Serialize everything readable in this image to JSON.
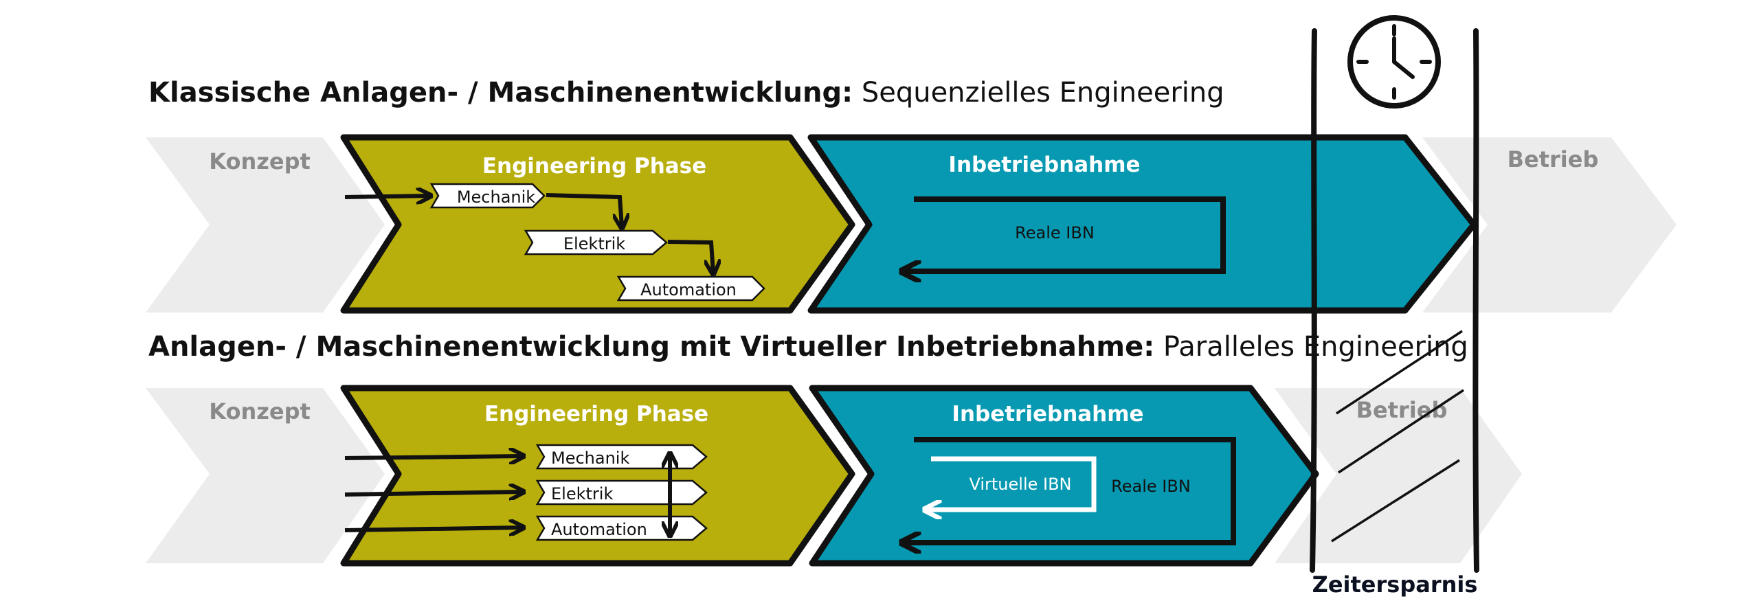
{
  "row1": {
    "title_bold": "Klassische Anlagen- / Maschinenentwicklung:",
    "title_rest": " Sequenzielles Engineering",
    "konzept": "Konzept",
    "engineering_title": "Engineering Phase",
    "steps": [
      "Mechanik",
      "Elektrik",
      "Automation"
    ],
    "ibn_title": "Inbetriebnahme",
    "ibn_label": "Reale IBN",
    "betrieb": "Betrieb"
  },
  "row2": {
    "title_bold": "Anlagen- / Maschinenentwicklung mit Virtueller Inbetriebnahme:",
    "title_rest": " Paralleles Engineering",
    "konzept": "Konzept",
    "engineering_title": "Engineering Phase",
    "steps": [
      "Mechanik",
      "Elektrik",
      "Automation"
    ],
    "ibn_title": "Inbetriebnahme",
    "virtual_label": "Virtuelle IBN",
    "ibn_label": "Reale IBN",
    "betrieb": "Betrieb"
  },
  "savings_label": "Zeitersparnis",
  "icons": {
    "clock": "clock-icon"
  },
  "colors": {
    "olive": "#b8ae0c",
    "teal": "#0699b1",
    "grey": "#ececec",
    "grey_text": "#8a8a8a",
    "ink": "#111111"
  }
}
